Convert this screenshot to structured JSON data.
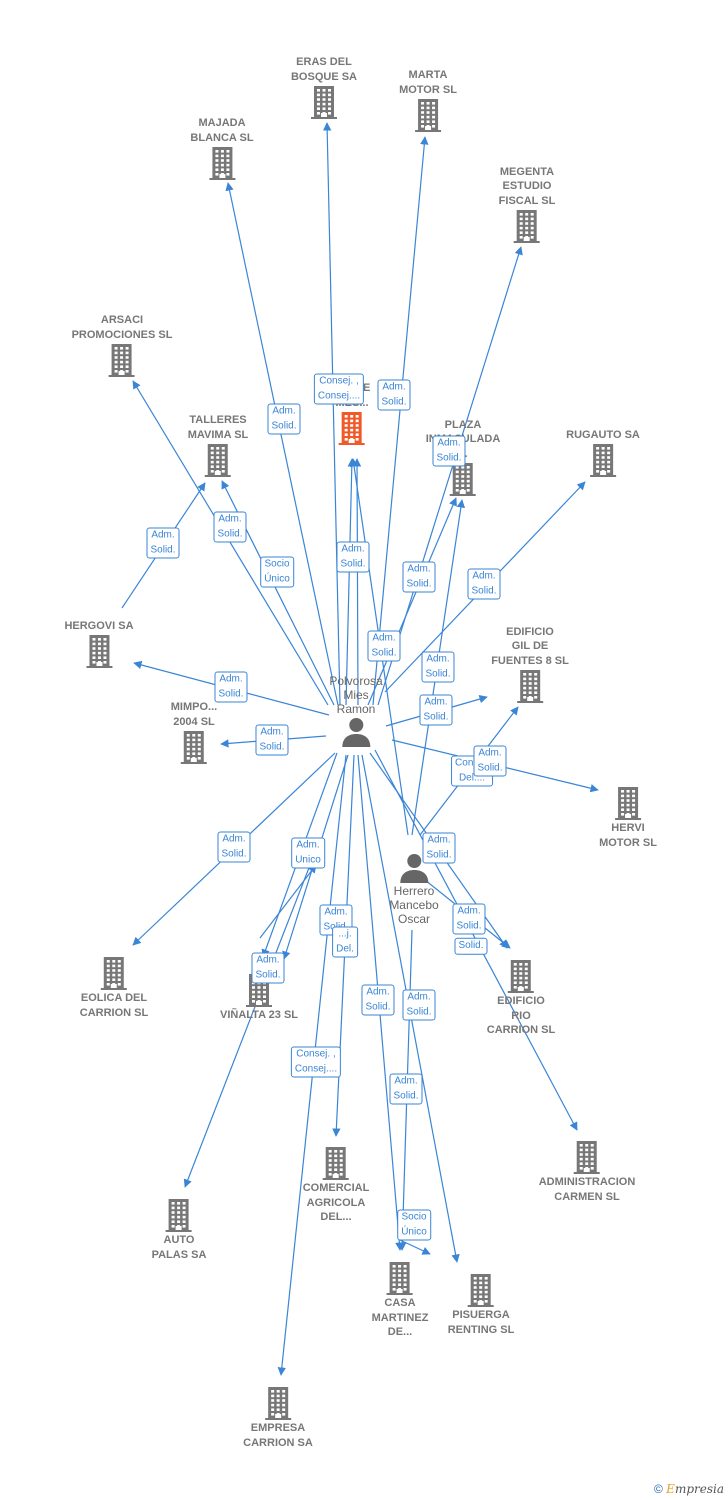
{
  "colors": {
    "edge": "#3a85d6",
    "building": "#777777",
    "building_main": "#f05a28",
    "person": "#666666"
  },
  "nodes": [
    {
      "id": "eras",
      "lines": [
        "ERAS DEL",
        "BOSQUE SA"
      ],
      "icon": "building-icon"
    },
    {
      "id": "marta",
      "lines": [
        "MARTA",
        "MOTOR  SL"
      ],
      "icon": "building-icon"
    },
    {
      "id": "majada",
      "lines": [
        "MAJADA",
        "BLANCA  SL"
      ],
      "icon": "building-icon"
    },
    {
      "id": "megenta",
      "lines": [
        "MEGENTA",
        "ESTUDIO",
        "FISCAL  SL"
      ],
      "icon": "building-icon"
    },
    {
      "id": "arsaci",
      "lines": [
        "ARSACI",
        "PROMOCIONES SL"
      ],
      "icon": "building-icon"
    },
    {
      "id": "calle",
      "lines": [
        "CALLE",
        "...ES..."
      ],
      "icon": "building-icon",
      "main": true
    },
    {
      "id": "talleres",
      "lines": [
        "TALLERES",
        "MAVIMA SL"
      ],
      "icon": "building-icon"
    },
    {
      "id": "plaza",
      "lines": [
        "PLAZA",
        "INMACULADA",
        "..."
      ],
      "icon": "building-icon"
    },
    {
      "id": "rugauto",
      "lines": [
        "RUGAUTO SA"
      ],
      "icon": "building-icon"
    },
    {
      "id": "hergovi",
      "lines": [
        "HERGOVI SA"
      ],
      "icon": "building-icon"
    },
    {
      "id": "edificio_gil",
      "lines": [
        "EDIFICIO",
        "GIL DE",
        "FUENTES 8  SL"
      ],
      "icon": "building-icon"
    },
    {
      "id": "mimpo",
      "lines": [
        "MIMPO...",
        "2004 SL"
      ],
      "icon": "building-icon"
    },
    {
      "id": "polvorosa",
      "lines": [
        "Polvorosa",
        "Mies",
        "Ramon"
      ],
      "icon": "person-icon"
    },
    {
      "id": "hervi",
      "lines": [
        "HERVI",
        "MOTOR  SL"
      ],
      "icon": "building-icon"
    },
    {
      "id": "herrero",
      "lines": [
        "Herrero",
        "Mancebo",
        "Oscar"
      ],
      "icon": "person-icon"
    },
    {
      "id": "eolica",
      "lines": [
        "EOLICA DEL",
        "CARRION SL"
      ],
      "icon": "building-icon"
    },
    {
      "id": "vinalta",
      "lines": [
        "VIÑALTA 23  SL"
      ],
      "icon": "building-icon"
    },
    {
      "id": "edificio_rio",
      "lines": [
        "EDIFICIO",
        "RIO",
        "CARRION  SL"
      ],
      "icon": "building-icon"
    },
    {
      "id": "administracion",
      "lines": [
        "ADMINISTRACION",
        "CARMEN SL"
      ],
      "icon": "building-icon"
    },
    {
      "id": "auto_palas",
      "lines": [
        "AUTO",
        "PALAS SA"
      ],
      "icon": "building-icon"
    },
    {
      "id": "comercial",
      "lines": [
        "COMERCIAL",
        "AGRICOLA",
        "DEL..."
      ],
      "icon": "building-icon"
    },
    {
      "id": "casa",
      "lines": [
        "CASA",
        "MARTINEZ",
        "DE..."
      ],
      "icon": "building-icon"
    },
    {
      "id": "pisuerga",
      "lines": [
        "PISUERGA",
        "RENTING  SL"
      ],
      "icon": "building-icon"
    },
    {
      "id": "empresa",
      "lines": [
        "EMPRESA",
        "CARRION SA"
      ],
      "icon": "building-icon"
    }
  ],
  "edge_labels": [
    [
      "Consej. ,",
      "Consej...."
    ],
    [
      "Adm.",
      "Solid."
    ],
    [
      "Adm.",
      "Solid."
    ],
    [
      "Adm.",
      "Solid."
    ],
    [
      "Adm.",
      "Solid."
    ],
    [
      "Adm.",
      "Solid."
    ],
    [
      "Socio",
      "Único"
    ],
    [
      "Adm.",
      "Solid."
    ],
    [
      "Adm.",
      "Solid."
    ],
    [
      "Adm.",
      "Solid."
    ],
    [
      "Adm.",
      "Solid."
    ],
    [
      "Adm.",
      "Solid."
    ],
    [
      "Adm.",
      "Solid."
    ],
    [
      "Adm.",
      "Solid."
    ],
    [
      "Adm.",
      "Solid."
    ],
    [
      "Consej.",
      "Del...."
    ],
    [
      "Adm.",
      "Solid."
    ],
    [
      "Adm.",
      "Solid."
    ],
    [
      "Adm.",
      "Unico"
    ],
    [
      "Adm.",
      "Solid."
    ],
    [
      "Adm.",
      "Solid."
    ],
    [
      "...j.",
      "Del."
    ],
    [
      "Adm.",
      "Solid."
    ],
    [
      "Adm.",
      "Solid."
    ],
    [
      "Solid."
    ],
    [
      "Adm.",
      "Solid."
    ],
    [
      "Adm.",
      "Solid."
    ],
    [
      "Consej. ,",
      "Consej...."
    ],
    [
      "Adm.",
      "Solid."
    ],
    [
      "Socio",
      "Único"
    ]
  ],
  "copyright": {
    "symbol": "©",
    "brand_initial": "E",
    "brand_rest": "mpresia"
  }
}
